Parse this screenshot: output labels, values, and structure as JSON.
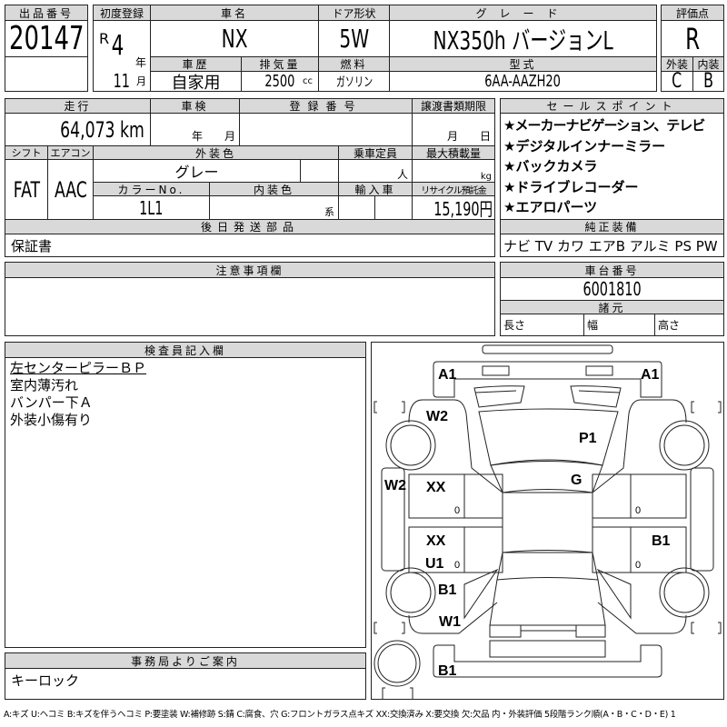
{
  "lot": {
    "label": "出品番号",
    "value": "20147"
  },
  "first_reg": {
    "label": "初度登録",
    "era": "R",
    "year": "4",
    "year_unit": "年",
    "month": "11",
    "month_unit": "月"
  },
  "car_name": {
    "label": "車名",
    "value": "NX"
  },
  "door": {
    "label": "ドア形状",
    "value": "5W"
  },
  "grade": {
    "label": "グレード",
    "value": "NX350h バージョンL"
  },
  "score": {
    "label": "評価点",
    "value": "R",
    "exterior_label": "外装",
    "interior_label": "内装",
    "exterior": "C",
    "interior": "B"
  },
  "history": {
    "label": "車歴",
    "value": "自家用"
  },
  "displacement": {
    "label": "排気量",
    "value": "2500",
    "unit": "cc"
  },
  "fuel": {
    "label": "燃料",
    "value": "ガソリン"
  },
  "model": {
    "label": "型式",
    "value": "6AA-AAZH20"
  },
  "mileage": {
    "label": "走行",
    "value": "64,073 km"
  },
  "inspection": {
    "label": "車検",
    "year_unit": "年",
    "month_unit": "月"
  },
  "reg_number": {
    "label": "登録番号"
  },
  "transfer": {
    "label": "譲渡書類期限",
    "month_unit": "月",
    "day_unit": "日"
  },
  "shift": {
    "label": "シフト",
    "value": "FAT"
  },
  "aircon": {
    "label": "エアコン",
    "value": "AAC"
  },
  "ext_color": {
    "label": "外装色",
    "value": "グレー"
  },
  "capacity": {
    "label": "乗車定員",
    "unit": "人"
  },
  "max_load": {
    "label": "最大積載量",
    "unit": "kg"
  },
  "color_no": {
    "label": "カラーNo.",
    "value": "1L1"
  },
  "int_color": {
    "label": "内装色",
    "unit": "系"
  },
  "import": {
    "label": "輸入車"
  },
  "recycle": {
    "label": "リサイクル預託金",
    "value": "15,190円"
  },
  "later_parts": {
    "label": "後日発送部品",
    "value": "保証書"
  },
  "sales_points": {
    "label": "セールスポイント",
    "items": [
      "★メーカーナビゲーション、テレビ",
      "★デジタルインナーミラー",
      "★バックカメラ",
      "★ドライブレコーダー",
      "★エアロパーツ"
    ]
  },
  "equipment": {
    "label": "純正装備",
    "value": "ナビ TV カワ エアB アルミ PS PW"
  },
  "notes": {
    "label": "注意事項欄"
  },
  "chassis": {
    "label": "車台番号",
    "value": "6001810"
  },
  "specs": {
    "label": "諸元",
    "length": "長さ",
    "width": "幅",
    "height": "高さ"
  },
  "inspector": {
    "label": "検査員記入欄",
    "lines": [
      "左センターピラーＢＰ",
      "室内薄汚れ",
      "バンパー下Ａ",
      "外装小傷有り"
    ]
  },
  "office": {
    "label": "事務局よりご案内",
    "value": "キーロック"
  },
  "diagram_marks": {
    "front_left": "A1",
    "front_right": "A1",
    "fender_fl": "W2",
    "roof": "P1",
    "rocker_l": "W2",
    "door_fl": "XX",
    "windshield": "G",
    "door_rl": "XX",
    "door_rr": "B1",
    "door_rl2": "U1",
    "quarter_l": "B1",
    "quarter_l2": "W1",
    "rear": "B1",
    "zero": "0"
  },
  "legend": "A:キズ U:ヘコミ B:キズを伴うヘコミ P:要塗装 W:補修跡 S:錆 C:腐食、穴 G:フロントガラス点キズ XX:交換済み X:要交換 欠:欠品 内・外装評価 5段階ランク順(A・B・C・D・E) 1"
}
